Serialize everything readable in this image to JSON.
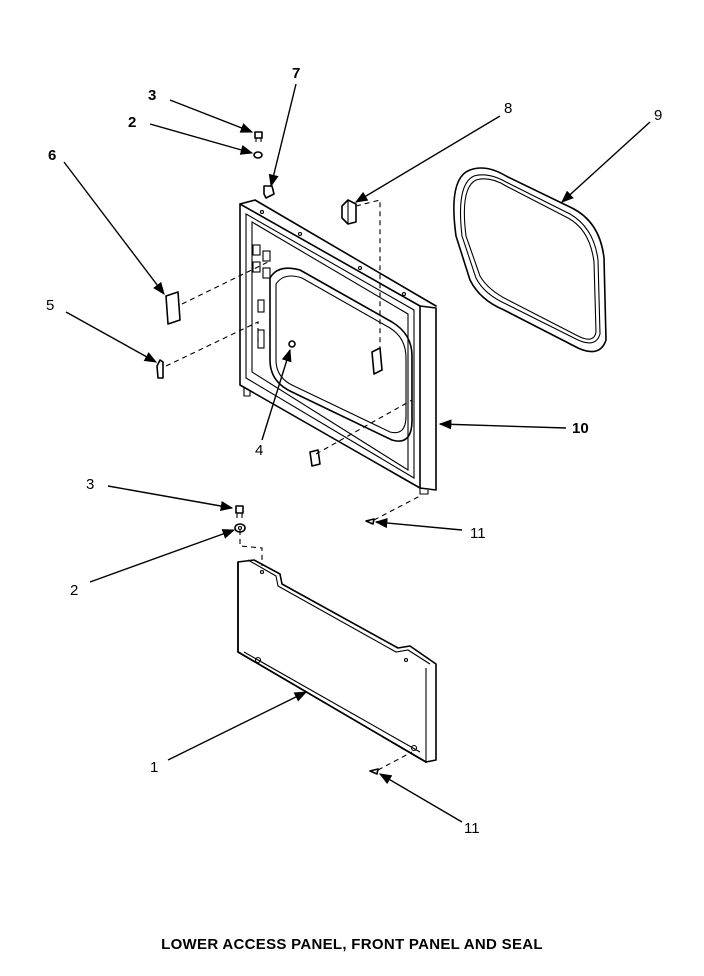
{
  "diagram": {
    "caption": "LOWER ACCESS PANEL, FRONT PANEL AND SEAL",
    "callouts": {
      "c1": "1",
      "c2_top": "2",
      "c2_low": "2",
      "c3_top": "3",
      "c3_low": "3",
      "c4": "4",
      "c5": "5",
      "c6": "6",
      "c7": "7",
      "c8": "8",
      "c9": "9",
      "c10": "10",
      "c11_mid": "11",
      "c11_low": "11"
    }
  }
}
